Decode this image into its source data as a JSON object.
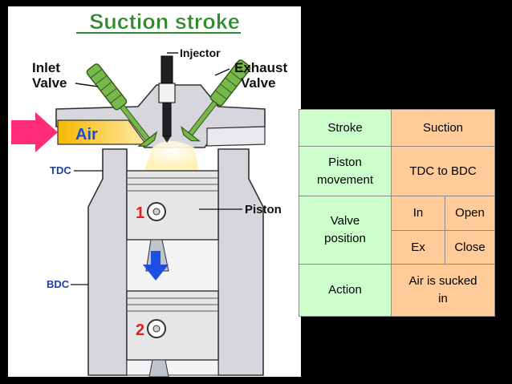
{
  "diagram": {
    "title": "Suction stroke",
    "labels": {
      "inlet_valve": [
        "Inlet",
        "Valve"
      ],
      "injector": "Injector",
      "exhaust_valve": [
        "Exhaust",
        "Valve"
      ],
      "air": "Air",
      "tdc": "TDC",
      "bdc": "BDC",
      "piston": "Piston",
      "position_1": "1",
      "position_2": "2"
    },
    "colors": {
      "title": "#2e8b2e",
      "air_arrow": "#ff2d78",
      "air_flow": "#f0b000",
      "air_text": "#1d4fd0",
      "down_arrow": "#1f4fe0",
      "valve": "#78b84a",
      "cylinder": "#d6d6dc",
      "piston": "#e6e6e6"
    },
    "icons": {
      "air_arrow": "arrow-right-icon",
      "down_arrow": "arrow-down-icon"
    }
  },
  "table": {
    "stroke_label": "Stroke",
    "stroke_value": "Suction",
    "movement_label": [
      "Piston",
      "movement"
    ],
    "movement_value": "TDC to BDC",
    "valve_label": [
      "Valve",
      "position"
    ],
    "inlet_valve": "In",
    "inlet_state": "Open",
    "exhaust_valve": "Ex",
    "exhaust_state": "Close",
    "action_label": "Action",
    "action_value": [
      "Air is sucked",
      "in"
    ],
    "colors": {
      "label_cell": "#ccffcc",
      "value_cell": "#ffcc99"
    }
  }
}
